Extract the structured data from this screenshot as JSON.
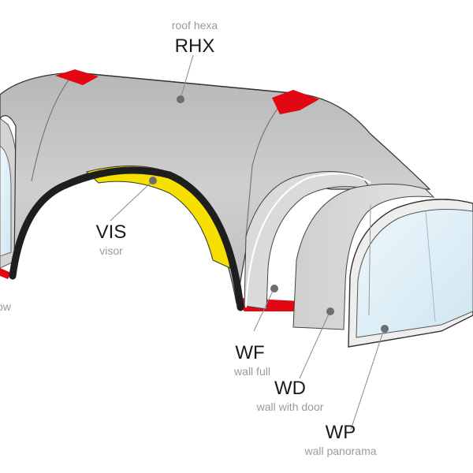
{
  "diagram": {
    "parts": [
      {
        "code": "RHX",
        "description": "roof hexa"
      },
      {
        "code": "VIS",
        "description": "visor"
      },
      {
        "code": "WF",
        "description": "wall full"
      },
      {
        "code": "WD",
        "description": "wall with door"
      },
      {
        "code": "WP",
        "description": "wall panorama"
      }
    ],
    "cropped_label": "ow"
  },
  "colors": {
    "roof": "#c8c8c8",
    "roof_dark": "#a9a9a9",
    "accent_red": "#e30613",
    "visor_yellow": "#f5e000",
    "glass": "#dceef7",
    "wall": "#d9d9d9",
    "tube": "#1e1e1e"
  }
}
